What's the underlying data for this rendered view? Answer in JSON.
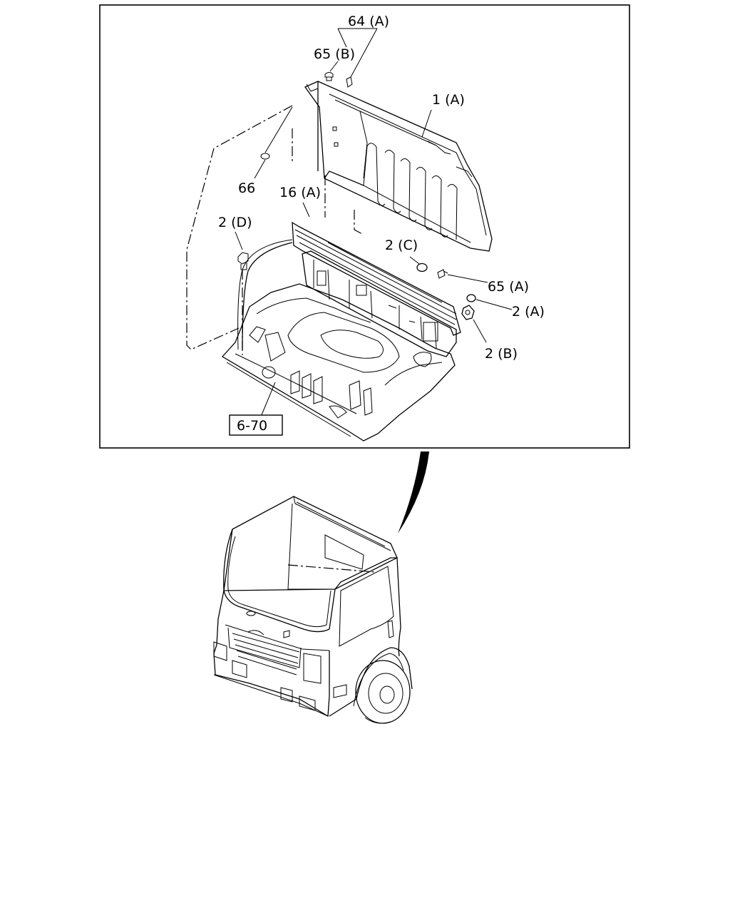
{
  "diagram": {
    "callouts": {
      "c64a": "64 (A)",
      "c65b": "65 (B)",
      "c1a": "1 (A)",
      "c66": "66",
      "c16a": "16 (A)",
      "c2d": "2 (D)",
      "c2c": "2 (C)",
      "c65a": "65 (A)",
      "c2a": "2 (A)",
      "c2b": "2 (B)"
    },
    "reference_box": "6-70"
  }
}
